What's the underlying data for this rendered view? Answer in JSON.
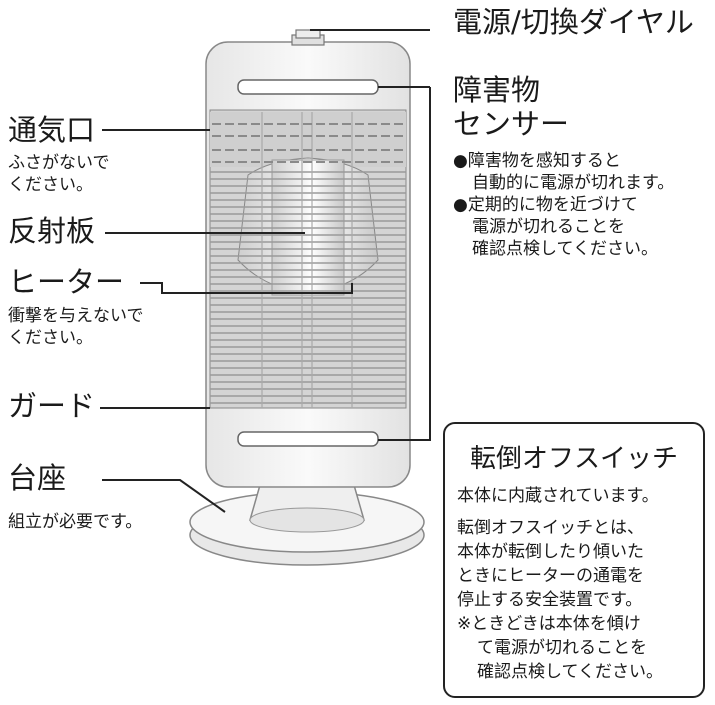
{
  "labels": {
    "power_dial": "電源/切換ダイヤル",
    "obstacle_sensor_1": "障害物",
    "obstacle_sensor_2": "センサー",
    "sensor_note_1": "●障害物を感知すると",
    "sensor_note_2": "自動的に電源が切れます。",
    "sensor_note_3": "●定期的に物を近づけて",
    "sensor_note_4": "電源が切れることを",
    "sensor_note_5": "確認点検してください。",
    "vent": "通気口",
    "vent_note_1": "ふさがないで",
    "vent_note_2": "ください。",
    "reflector": "反射板",
    "heater": "ヒーター",
    "heater_note_1": "衝撃を与えないで",
    "heater_note_2": "ください。",
    "guard": "ガード",
    "base": "台座",
    "base_note": "組立が必要です。"
  },
  "tipover_box": {
    "title": "転倒オフスイッチ",
    "line_1": "本体に内蔵されています。",
    "line_2": "転倒オフスイッチとは、",
    "line_3": "本体が転倒したり傾いた",
    "line_4": "ときにヒーターの通電を",
    "line_5": "停止する安全装置です。",
    "line_6": "※ときどきは本体を傾け",
    "line_7": "て電源が切れることを",
    "line_8": "確認点検してください。"
  }
}
